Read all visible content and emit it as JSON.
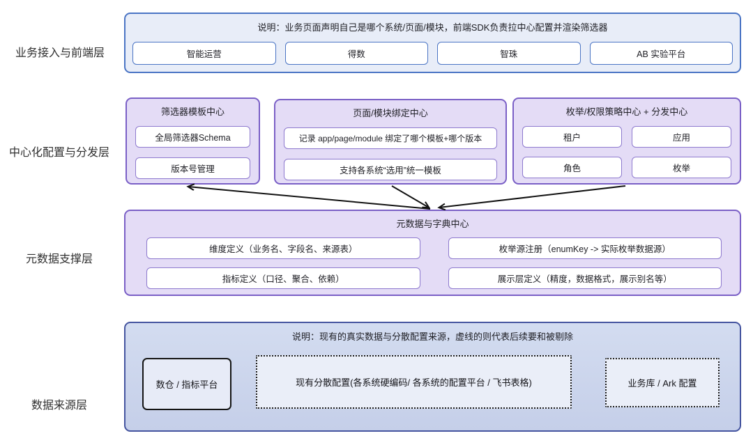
{
  "palette": {
    "blue_border": "#4a74c4",
    "blue_bg": "#e8edf8",
    "purple_border": "#7a5fc6",
    "purple_inner_border": "#8d79ce",
    "purple_bg": "#e4dcf6",
    "navy_border": "#44549f",
    "source_layer_bg": "#c9d3ea",
    "source_box_bg": "#e7ebf7",
    "arrow_color": "#111111"
  },
  "layers": {
    "frontend": {
      "label": "业务接入与前端层",
      "note": "说明：业务页面声明自己是哪个系统/页面/模块，前端SDK负责拉中心配置并渲染筛选器",
      "systems": [
        "智能运营",
        "得数",
        "智珠",
        "AB 实验平台"
      ]
    },
    "config": {
      "label": "中心化配置与分发层",
      "centers": [
        {
          "title": "筛选器模板中心",
          "items": [
            "全局筛选器Schema",
            "版本号管理"
          ]
        },
        {
          "title": "页面/模块绑定中心",
          "items": [
            "记录 app/page/module 绑定了哪个模板+哪个版本",
            "支持各系统“选用”统一模板"
          ]
        },
        {
          "title": "枚举/权限策略中心 + 分发中心",
          "items": [
            "租户",
            "应用",
            "角色",
            "枚举"
          ]
        }
      ]
    },
    "metadata": {
      "label": "元数据支撑层",
      "title": "元数据与字典中心",
      "items": [
        "维度定义（业务名、字段名、来源表）",
        "枚举源注册（enumKey -> 实际枚举数据源）",
        "指标定义（口径、聚合、依赖）",
        "展示层定义（精度，数据格式，展示别名等）"
      ]
    },
    "source": {
      "label": "数据来源层",
      "note": "说明：现有的真实数据与分散配置来源，虚线的则代表后续要和被剔除",
      "sources": [
        {
          "title": "数仓 / 指标平台",
          "style": "solid"
        },
        {
          "title": "现有分散配置(各系统硬编码/ 各系统的配置平台 / 飞书表格)",
          "style": "dotted"
        },
        {
          "title": "业务库 / Ark 配置",
          "style": "dotted"
        }
      ]
    }
  }
}
